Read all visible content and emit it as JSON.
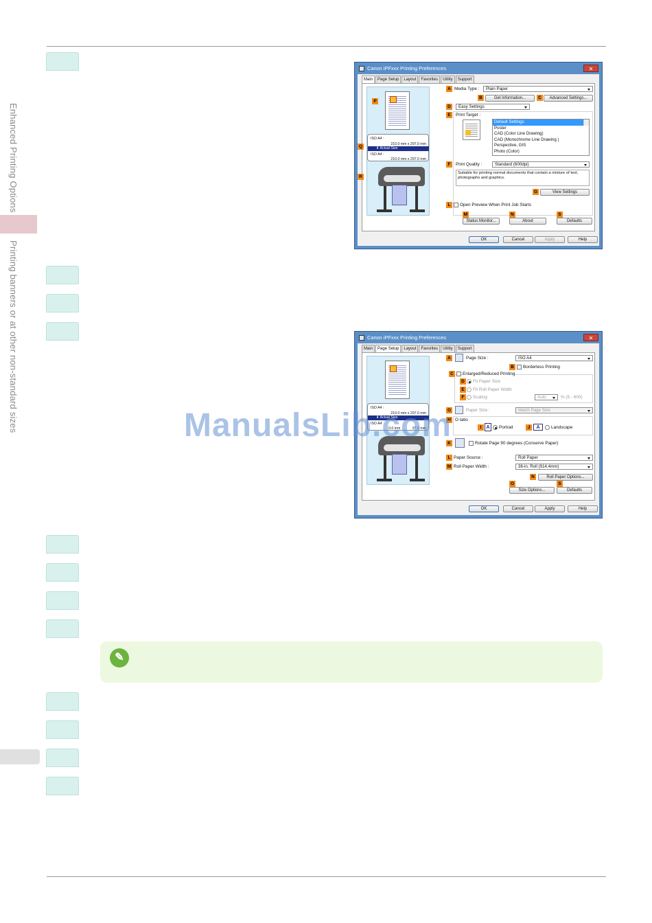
{
  "sidebar": {
    "chapter": "Enhanced Printing Options",
    "section": "Printing banners or at other non-standard sizes"
  },
  "watermark": "ManualsLib.com",
  "note_icon": "pencil-note-icon",
  "dialog1": {
    "title": "Canon iPFxxx Printing Preferences",
    "close": "✕",
    "tabs": [
      "Main",
      "Page Setup",
      "Layout",
      "Favorites",
      "Utility",
      "Support"
    ],
    "preview": {
      "label_p": "P",
      "label_q": "Q",
      "label_r": "R",
      "size1": "ISO A4 :",
      "dim1": "210.0 mm x 297.0 mm",
      "actual": "Actual Size",
      "size2": "ISO A4 :",
      "dim2": "210.0 mm x 297.0 mm"
    },
    "labels": {
      "a": "A",
      "b": "B",
      "c": "C",
      "d": "D",
      "e": "E",
      "f": "F",
      "g": "G",
      "l": "L",
      "m": "M",
      "n": "N",
      "s": "S"
    },
    "media_type_label": "Media Type :",
    "media_type_value": "Plain Paper",
    "get_info": "Get Information...",
    "advanced": "Advanced Settings...",
    "mode": "Easy Settings",
    "print_target_label": "Print Target :",
    "print_targets": [
      "Default Settings",
      "Poster",
      "CAD (Color Line Drawing)",
      "CAD (Monochrome Line Drawing )",
      "Perspective, GIS",
      "Photo (Color)"
    ],
    "print_quality_label": "Print Quality :",
    "print_quality_value": "Standard (600dpi)",
    "description": "Suitable for printing normal documents that contain a mixture of text, photographs and graphics.",
    "view_settings": "View Settings",
    "open_preview": "Open Preview When Print Job Starts",
    "status_monitor": "Status Monitor...",
    "about": "About",
    "defaults": "Defaults",
    "ok": "OK",
    "cancel": "Cancel",
    "apply": "Apply",
    "help": "Help"
  },
  "dialog2": {
    "title": "Canon iPFxxx Printing Preferences",
    "close": "✕",
    "tabs": [
      "Main",
      "Page Setup",
      "Layout",
      "Favorites",
      "Utility",
      "Support"
    ],
    "preview": {
      "size1": "ISO A4 :",
      "dim1": "210.0 mm x 297.0 mm",
      "actual": "Actual Size",
      "size2": "ISO A4",
      "dim2": "0.0 mm",
      "dim2b": "97.0 mm"
    },
    "labels": {
      "a": "A",
      "b": "B",
      "c": "C",
      "d": "D",
      "e": "E",
      "f": "F",
      "g": "G",
      "h": "H",
      "i": "I",
      "j": "J",
      "k": "K",
      "l": "L",
      "m": "M",
      "n": "N",
      "o": "O",
      "s": "S"
    },
    "page_size_label": "Page Size :",
    "page_size_value": "ISO A4",
    "borderless": "Borderless Printing",
    "enlarged": "Enlarged/Reduced Printing",
    "fit_paper": "Fit Paper Size",
    "fit_roll": "Fit Roll Paper Width",
    "scaling": "Scaling",
    "scaling_value": "Auto",
    "scaling_range": "% (5 - 600)",
    "paper_size_label": "Paper Size :",
    "paper_size_value": "Match Page Size",
    "orientation": "Orientation",
    "orientation_short": "O   tatio",
    "portrait": "Portrait",
    "landscape": "Landscape",
    "rotate": "Rotate Page 90 degrees (Conserve Paper)",
    "paper_source_label": "Paper Source :",
    "paper_source_value": "Roll Paper",
    "roll_width_label": "Roll Paper Width :",
    "roll_width_value": "36-in. Roll (914.4mm)",
    "roll_options": "Roll Paper Options...",
    "size_options": "Size Options...",
    "defaults": "Defaults",
    "ok": "OK",
    "cancel": "Cancel",
    "apply": "Apply",
    "help": "Help"
  }
}
